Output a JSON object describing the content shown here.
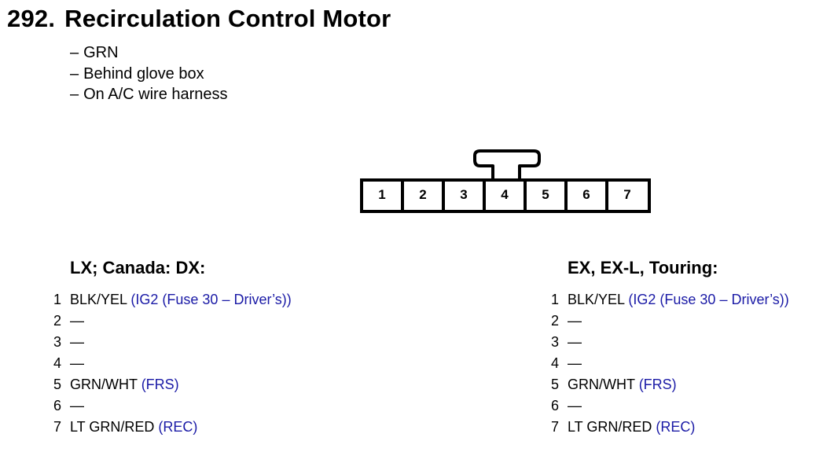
{
  "title": {
    "number": "292.",
    "text": "Recirculation Control Motor"
  },
  "notes": [
    {
      "dash": "–",
      "text": "GRN"
    },
    {
      "dash": "–",
      "text": "Behind glove box"
    },
    {
      "dash": "–",
      "text": "On A/C wire harness"
    }
  ],
  "connector": {
    "pins": [
      "1",
      "2",
      "3",
      "4",
      "5",
      "6",
      "7"
    ]
  },
  "columns": [
    {
      "heading": "LX; Canada: DX:",
      "rows": [
        {
          "pin": "1",
          "wire": "BLK/YEL",
          "circuit": "(IG2 (Fuse 30 – Driver’s))"
        },
        {
          "pin": "2",
          "wire": "—",
          "circuit": ""
        },
        {
          "pin": "3",
          "wire": "—",
          "circuit": ""
        },
        {
          "pin": "4",
          "wire": "—",
          "circuit": ""
        },
        {
          "pin": "5",
          "wire": "GRN/WHT",
          "circuit": "(FRS)"
        },
        {
          "pin": "6",
          "wire": "—",
          "circuit": ""
        },
        {
          "pin": "7",
          "wire": "LT GRN/RED",
          "circuit": "(REC)"
        }
      ]
    },
    {
      "heading": "EX, EX-L, Touring:",
      "rows": [
        {
          "pin": "1",
          "wire": "BLK/YEL",
          "circuit": "(IG2 (Fuse 30 – Driver’s))"
        },
        {
          "pin": "2",
          "wire": "—",
          "circuit": ""
        },
        {
          "pin": "3",
          "wire": "—",
          "circuit": ""
        },
        {
          "pin": "4",
          "wire": "—",
          "circuit": ""
        },
        {
          "pin": "5",
          "wire": "GRN/WHT",
          "circuit": "(FRS)"
        },
        {
          "pin": "6",
          "wire": "—",
          "circuit": ""
        },
        {
          "pin": "7",
          "wire": "LT GRN/RED",
          "circuit": "(REC)"
        }
      ]
    }
  ],
  "colors": {
    "circuit_text": "#1a1aa6",
    "text": "#000000"
  }
}
